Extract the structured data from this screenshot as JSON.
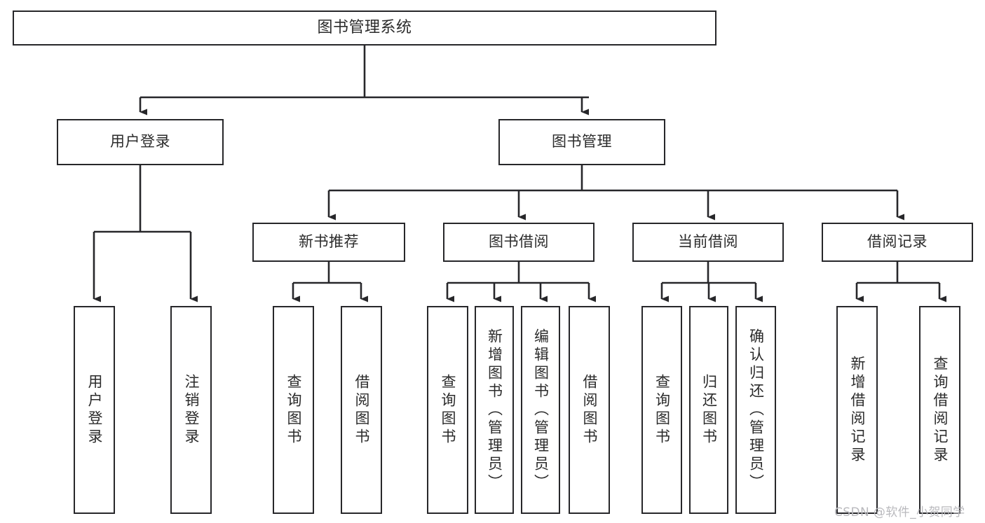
{
  "diagram": {
    "title": "图书管理系统",
    "type": "tree",
    "watermark": "CSDN @软件_小贺同学",
    "colors": {
      "background": "#ffffff",
      "box_border": "#27272a",
      "box_fill": "#ffffff",
      "text": "#2b2b2b",
      "connector": "#27272a",
      "watermark": "#b9b9bd"
    },
    "nodes": {
      "root": {
        "label": "图书管理系统",
        "orientation": "horizontal"
      },
      "level2": [
        {
          "label": "用户登录",
          "orientation": "horizontal"
        },
        {
          "label": "图书管理",
          "orientation": "horizontal"
        }
      ],
      "level3": [
        {
          "label": "新书推荐",
          "orientation": "horizontal"
        },
        {
          "label": "图书借阅",
          "orientation": "horizontal"
        },
        {
          "label": "当前借阅",
          "orientation": "horizontal"
        },
        {
          "label": "借阅记录",
          "orientation": "horizontal"
        }
      ],
      "leaves_user_login": [
        {
          "label": "用户登录",
          "orientation": "vertical"
        },
        {
          "label": "注销登录",
          "orientation": "vertical"
        }
      ],
      "leaves_new_book": [
        {
          "label": "查询图书",
          "orientation": "vertical"
        },
        {
          "label": "借阅图书",
          "orientation": "vertical"
        }
      ],
      "leaves_borrow": [
        {
          "label": "查询图书",
          "orientation": "vertical"
        },
        {
          "label": "新增图书（管理员）",
          "orientation": "vertical"
        },
        {
          "label": "编辑图书（管理员）",
          "orientation": "vertical"
        },
        {
          "label": "借阅图书",
          "orientation": "vertical"
        }
      ],
      "leaves_current": [
        {
          "label": "查询图书",
          "orientation": "vertical"
        },
        {
          "label": "归还图书",
          "orientation": "vertical"
        },
        {
          "label": "确认归还（管理员）",
          "orientation": "vertical"
        }
      ],
      "leaves_records": [
        {
          "label": "新增借阅记录",
          "orientation": "vertical"
        },
        {
          "label": "查询借阅记录",
          "orientation": "vertical"
        }
      ]
    }
  }
}
